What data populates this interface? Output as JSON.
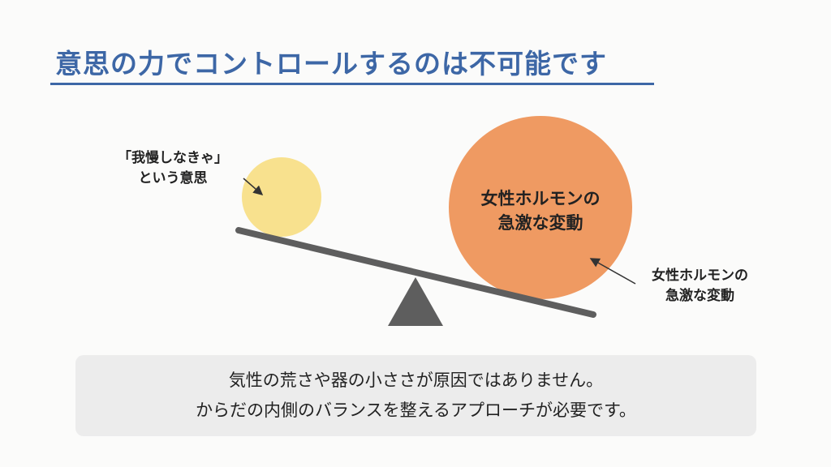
{
  "title": "意思の力でコントロールするのは不可能です",
  "diagram": {
    "left_label": [
      "「我慢しなきゃ」",
      "という意思"
    ],
    "right_label": [
      "女性ホルモンの",
      "急激な変動"
    ],
    "big_circle_text": [
      "女性ホルモンの",
      "急激な変動"
    ],
    "colors": {
      "small_circle": "#f8e18e",
      "big_circle": "#ef9a62",
      "beam": "#5e5e5e",
      "fulcrum": "#5e5e5e",
      "accent": "#3d67a6"
    }
  },
  "message": {
    "lines": [
      "気性の荒さや器の小ささが原因ではありません。",
      "からだの内側のバランスを整えるアプローチが必要です。"
    ]
  }
}
